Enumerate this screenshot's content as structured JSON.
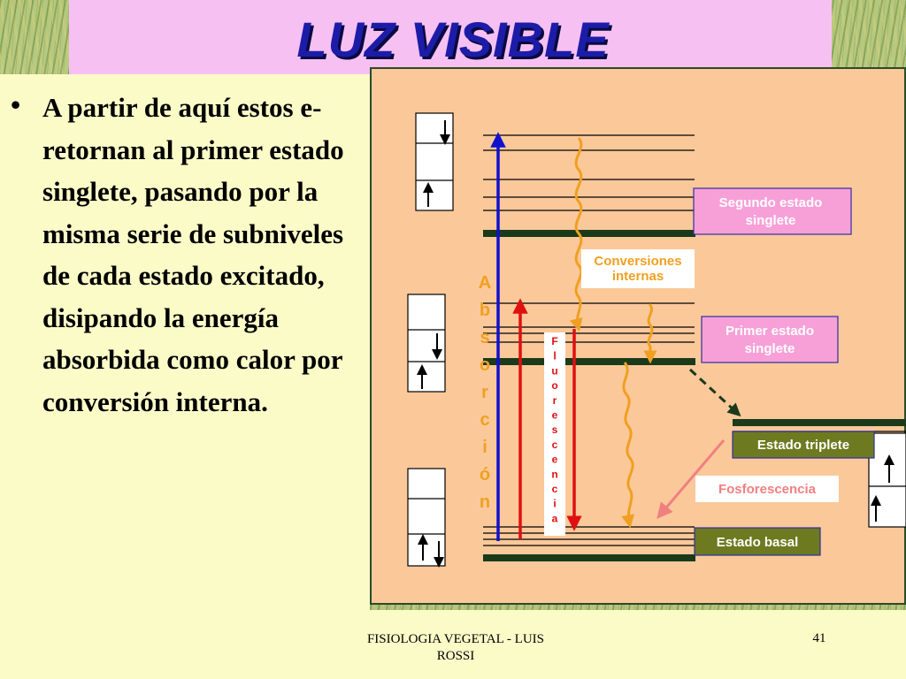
{
  "title": "LUZ VISIBLE",
  "bullet": "A partir de aquí estos e-  retornan al primer estado singlete, pasando por  la misma serie de subniveles de cada estado excitado, disipando la energía  absorbida como calor por conversión interna.",
  "diagram": {
    "labels": {
      "segundo_line1": "Segundo estado",
      "segundo_line2": "singlete",
      "conversiones_line1": "Conversiones",
      "conversiones_line2": "internas",
      "primer_line1": "Primer estado",
      "primer_line2": "singlete",
      "triplete": "Estado triplete",
      "fosforescencia": "Fosforescencia",
      "basal": "Estado basal",
      "absorcion": [
        "A",
        "b",
        "s",
        "o",
        "r",
        "c",
        "i",
        "ó",
        "n"
      ],
      "fluorescencia": [
        "F",
        "l",
        "u",
        "o",
        "r",
        "e",
        "s",
        "c",
        "e",
        "n",
        "c",
        "i",
        "a"
      ]
    },
    "colors": {
      "panel": "#fbc89a",
      "absorption_arrow": "#1010d0",
      "fluorescence_arrow": "#e01010",
      "conversion_arrow": "#f0a020",
      "phosphorescence_arrow": "#f08080",
      "singlete_box": "#f7a0d8",
      "triplete_box": "#6e7a20",
      "absorcion_text": "#f0a020",
      "fluorescencia_text": "#e01010"
    }
  },
  "footer": {
    "line1": "FISIOLOGIA VEGETAL -  LUIS",
    "line2": "ROSSI",
    "page": "41"
  }
}
